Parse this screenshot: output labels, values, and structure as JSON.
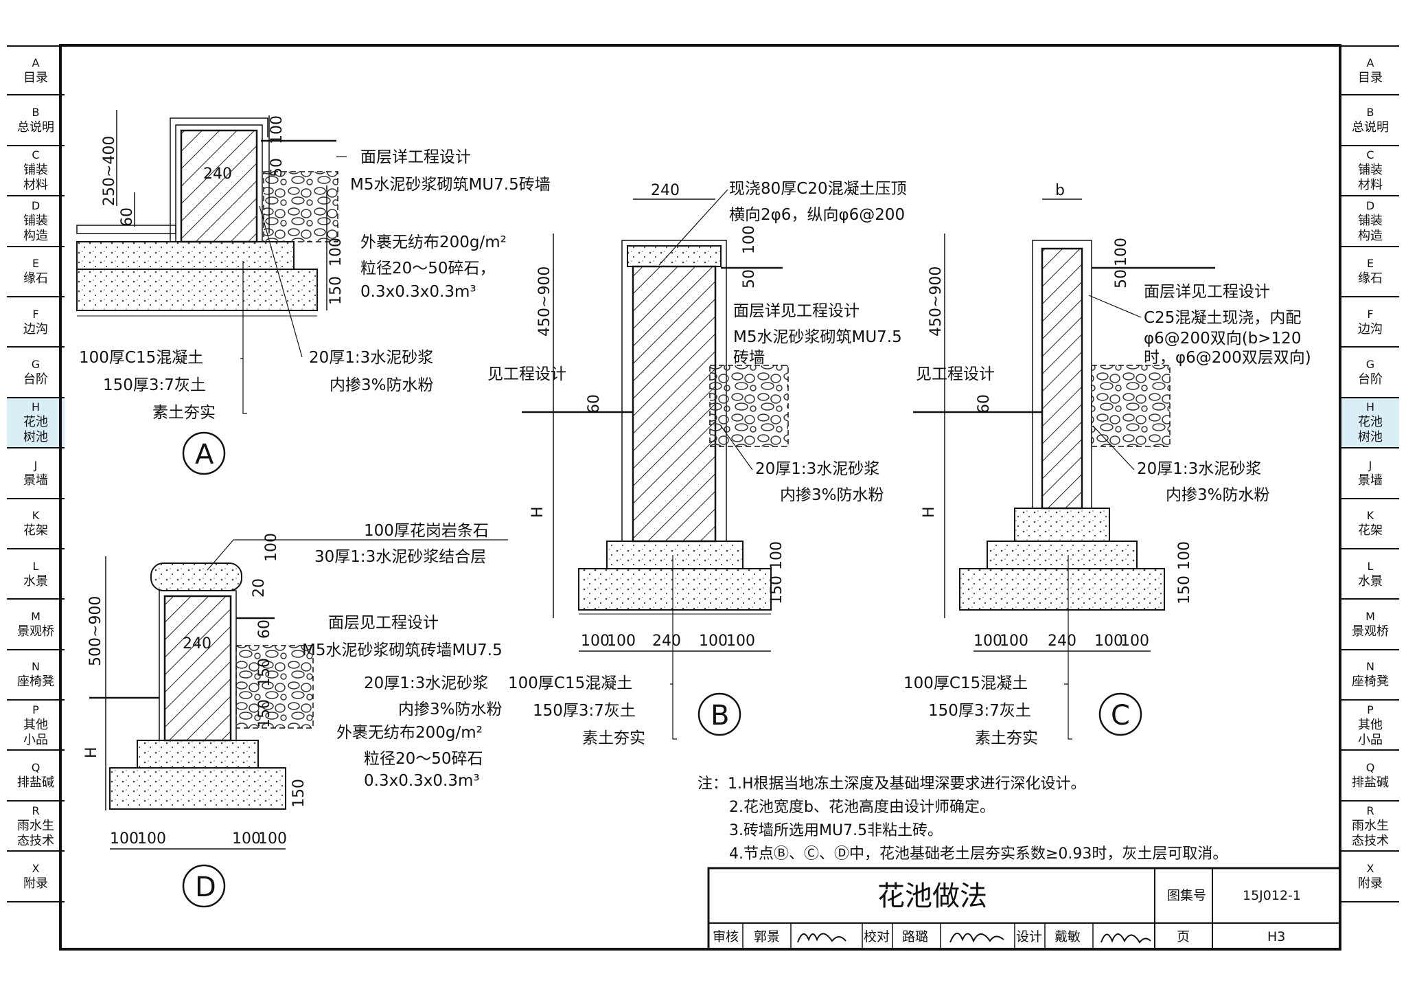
{
  "sidebar": {
    "active": "H",
    "items": [
      {
        "code": "A",
        "label": [
          "目录"
        ]
      },
      {
        "code": "B",
        "label": [
          "总说明"
        ]
      },
      {
        "code": "C",
        "label": [
          "铺装",
          "材料"
        ]
      },
      {
        "code": "D",
        "label": [
          "铺装",
          "构造"
        ]
      },
      {
        "code": "E",
        "label": [
          "缘石"
        ]
      },
      {
        "code": "F",
        "label": [
          "边沟"
        ]
      },
      {
        "code": "G",
        "label": [
          "台阶"
        ]
      },
      {
        "code": "H",
        "label": [
          "花池",
          "树池"
        ]
      },
      {
        "code": "J",
        "label": [
          "景墙"
        ]
      },
      {
        "code": "K",
        "label": [
          "花架"
        ]
      },
      {
        "code": "L",
        "label": [
          "水景"
        ]
      },
      {
        "code": "M",
        "label": [
          "景观桥"
        ]
      },
      {
        "code": "N",
        "label": [
          "座椅凳"
        ]
      },
      {
        "code": "P",
        "label": [
          "其他",
          "小品"
        ]
      },
      {
        "code": "Q",
        "label": [
          "排盐碱"
        ]
      },
      {
        "code": "R",
        "label": [
          "雨水生",
          "态技术"
        ]
      },
      {
        "code": "X",
        "label": [
          "附录"
        ]
      }
    ]
  },
  "detail_a": {
    "marker": "A",
    "labels": [
      "面层详工程设计",
      "M5水泥砂浆砌筑MU7.5砖墙",
      "外裹无纺布200g/m²",
      "粒径20～50碎石，",
      "0.3x0.3x0.3m³",
      "100厚C15混凝土",
      "150厚3:7灰土",
      "素土夯实",
      "20厚1:3水泥砂浆",
      "内掺3%防水粉"
    ],
    "dims": [
      "250~400",
      "240",
      "60",
      "100",
      "50",
      "100",
      "150"
    ]
  },
  "detail_b": {
    "marker": "B",
    "labels": [
      "现浇80厚C20混凝土压顶",
      "横向2φ6，纵向φ6@200",
      "面层详见工程设计",
      "M5水泥砂浆砌筑MU7.5",
      "砖墙",
      "见工程设计",
      "20厚1:3水泥砂浆",
      "内掺3%防水粉",
      "100厚C15混凝土",
      "150厚3:7灰土",
      "素土夯实"
    ],
    "dims": [
      "240",
      "100",
      "50",
      "450~900",
      "60",
      "H",
      "100",
      "150",
      "100",
      "100",
      "240",
      "100",
      "100"
    ]
  },
  "detail_c": {
    "marker": "C",
    "labels": [
      "面层详见工程设计",
      "C25混凝土现浇，内配",
      "φ6@200双向(b>120",
      "时，φ6@200双层双向)",
      "见工程设计",
      "20厚1:3水泥砂浆",
      "内掺3%防水粉",
      "100厚C15混凝土",
      "150厚3:7灰土",
      "素土夯实"
    ],
    "dims": [
      "b",
      "100",
      "50",
      "450~900",
      "60",
      "H",
      "100",
      "150",
      "100",
      "100",
      "240",
      "100",
      "100"
    ]
  },
  "detail_d": {
    "marker": "D",
    "labels": [
      "100厚花岗岩条石",
      "30厚1:3水泥砂浆结合层",
      "面层见工程设计",
      "M5水泥砂浆砌筑砖墙MU7.5",
      "20厚1:3水泥砂浆",
      "内掺3%防水粉",
      "外裹无纺布200g/m²",
      "粒径20～50碎石",
      "0.3x0.3x0.3m³"
    ],
    "dims": [
      "100",
      "20",
      "60",
      "500~900",
      "240",
      "150",
      "150",
      "H",
      "150",
      "100",
      "100",
      "100",
      "100"
    ]
  },
  "notes": [
    "注：1.H根据当地冻土深度及基础埋深要求进行深化设计。",
    "2.花池宽度b、花池高度由设计师确定。",
    "3.砖墙所选用MU7.5非粘土砖。",
    "4.节点Ⓑ、Ⓒ、Ⓓ中，花池基础老土层夯实系数≥0.93时，灰土层可取消。"
  ],
  "title_block": {
    "title": "花池做法",
    "atlas_label": "图集号",
    "atlas_no": "15J012-1",
    "review_label": "审核",
    "reviewer": "郭景",
    "check_label": "校对",
    "checker": "路璐",
    "design_label": "设计",
    "designer": "戴敏",
    "page_label": "页",
    "page_no": "H3"
  }
}
